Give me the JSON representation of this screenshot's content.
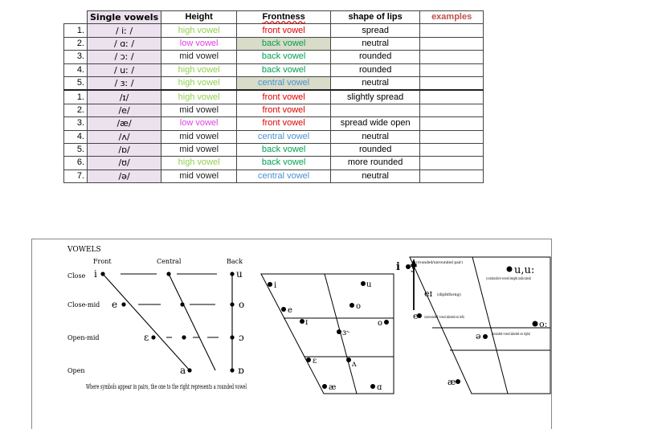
{
  "table": {
    "headers": {
      "single_vowels": "Single vowels",
      "height": "Height",
      "frontness": "Frontness",
      "lips": "shape of lips",
      "examples": "examples"
    },
    "long_vowels": [
      {
        "num": "1.",
        "symbol": "/ iː /",
        "height": "high vowel",
        "frontness": "front vowel",
        "lips": "spread"
      },
      {
        "num": "2.",
        "symbol": "/ ɑː /",
        "height": "low vowel",
        "frontness": "back vowel",
        "lips": "neutral"
      },
      {
        "num": "3.",
        "symbol": "/ ɔː /",
        "height": "mid vowel",
        "frontness": "back vowel",
        "lips": "rounded"
      },
      {
        "num": "4.",
        "symbol": "/ uː /",
        "height": "high vowel",
        "frontness": "back vowel",
        "lips": "rounded"
      },
      {
        "num": "5.",
        "symbol": "/ ɜː /",
        "height": "high vowel",
        "frontness": "central vowel",
        "lips": "neutral"
      }
    ],
    "short_vowels": [
      {
        "num": "1.",
        "symbol": "/ɪ/",
        "height": "high vowel",
        "frontness": "front vowel",
        "lips": "slightly spread"
      },
      {
        "num": "2.",
        "symbol": "/e/",
        "height": "mid vowel",
        "frontness": "front vowel",
        "lips": ""
      },
      {
        "num": "3.",
        "symbol": "/æ/",
        "height": "low vowel",
        "frontness": "front vowel",
        "lips": "spread wide open"
      },
      {
        "num": "4.",
        "symbol": "/ʌ/",
        "height": "mid vowel",
        "frontness": "central vowel",
        "lips": "neutral"
      },
      {
        "num": "5.",
        "symbol": "/ɒ/",
        "height": "mid vowel",
        "frontness": "back vowel",
        "lips": "rounded"
      },
      {
        "num": "6.",
        "symbol": "/ʊ/",
        "height": "high vowel",
        "frontness": "back vowel",
        "lips": "more rounded"
      },
      {
        "num": "7.",
        "symbol": "/ə/",
        "height": "mid vowel",
        "frontness": "central vowel",
        "lips": "neutral"
      }
    ],
    "colors": {
      "high": "#92d050",
      "low": "#e040e0",
      "mid": "#222222",
      "front": "#e00000",
      "back": "#00a050",
      "central": "#4a90d0"
    }
  },
  "figure": {
    "chart1": {
      "title": "VOWELS",
      "col_front": "Front",
      "col_central": "Central",
      "col_back": "Back",
      "row_close": "Close",
      "row_closemid": "Close-mid",
      "row_openmid": "Open-mid",
      "row_open": "Open",
      "sym_i": "i",
      "sym_u": "u",
      "sym_e": "e",
      "sym_o": "o",
      "sym_eps": "ɛ",
      "sym_oo": "ɔ",
      "sym_a": "a",
      "sym_ao": "ɒ",
      "caption": "Where symbols appear in pairs, the one to the right represents a rounded vowel"
    },
    "chart2": {
      "i": "i",
      "u": "u",
      "e": "e",
      "o": "o",
      "I": "ɪ",
      "er": "ɜ˞",
      "oe": "o",
      "eps": "ɛ",
      "lam": "ʌ",
      "ae": "æ",
      "alpha": "ɑ"
    },
    "chart3": {
      "i": "i",
      "y": "y",
      "pair_note": "(rounded/unrounded pair)",
      "uu": "u,u:",
      "len_note": "(contrastive vowel length indicated)",
      "ei": "eɪ",
      "diph": "(diphthong)",
      "e": "e",
      "unr_note": "(unrounded vowel labeled on left)",
      "schwa": "ə",
      "r_note": "(rounded vowel labeled on right)",
      "oo": "o:",
      "ae": "æ"
    }
  }
}
